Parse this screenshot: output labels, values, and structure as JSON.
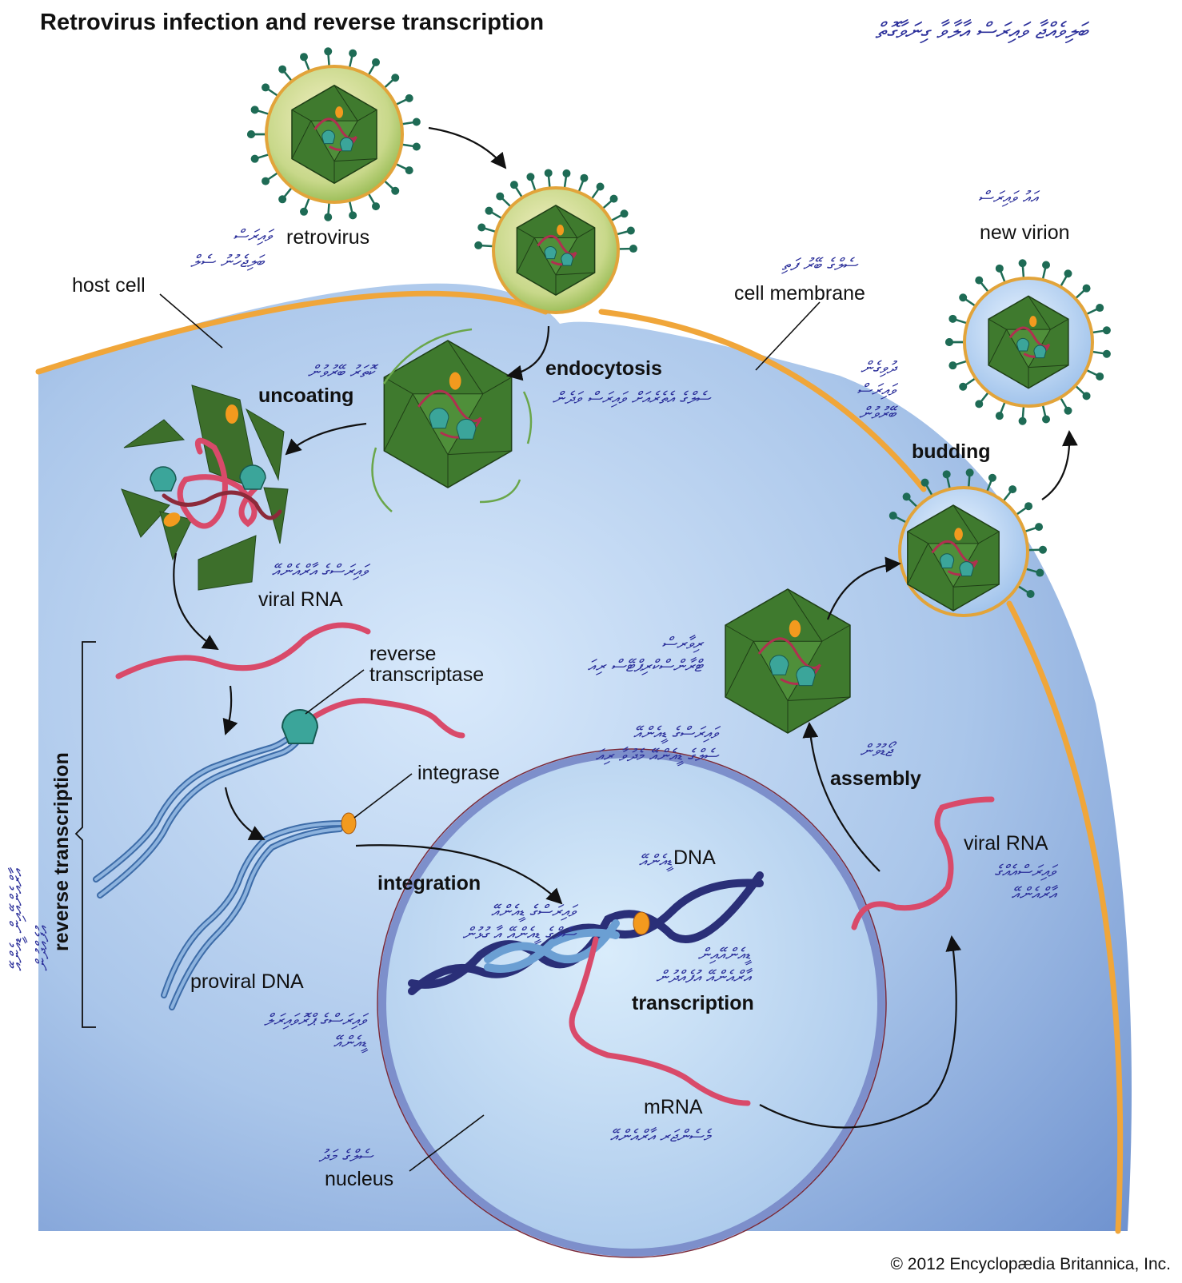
{
  "title": "Retrovirus infection and reverse transcription",
  "title_dv": "ބަލިވެއްޖާ ވައިރަސް އާލާވާ ގިނަވާގޮތް",
  "copyright": "© 2012 Encyclopædia Britannica, Inc.",
  "labels": {
    "retrovirus": "retrovirus",
    "retrovirus_dv": "ވައިރަސް",
    "host_cell": "host cell",
    "host_cell_dv": "ބަލިޖެހުނު ސެލް",
    "cell_membrane": "cell membrane",
    "cell_membrane_dv": "ސެލްގެ ބޭރު ފަތި",
    "new_virion": "new virion",
    "new_virion_dv": "އައު ވައިރަސް",
    "endocytosis": "endocytosis",
    "endocytosis_dv": "ސެލްގެ އެތެރެއަށް ވައިރަސް ވަދެން",
    "uncoating": "uncoating",
    "uncoating_dv": "ކޮތަރު ބޭރުވުން",
    "viral_rna_top": "viral RNA",
    "viral_rna_top_dv": "ވައިރަސްގެ އާރްއެންއޭ",
    "reverse_transcriptase": "reverse\ntranscriptase",
    "reverse_transcriptase_dv": "ރިވާރސް\nޓްރާންސްކްރިޕްޓޭސް ރިއަ",
    "integrase": "integrase",
    "integrase_dv": "ވައިރަސްގެ ޑީއެންއޭ\nސެލްގެ ޑީއެންއޭ މެދުވާ ރިއަ",
    "integration": "integration",
    "integration_dv": "ވައިރަސްގެ ޑީއެންއޭ\nސެލްގެ ޑީއެންއޭ އާ ގުޅުން",
    "proviral_dna": "proviral DNA",
    "proviral_dna_dv": "ވައިރަސްގެ ޕްރޮވައިރަލް\nޑީއެންއޭ",
    "dna": "DNA",
    "dna_dv": "ޑީއެންއޭ",
    "transcription": "transcription",
    "transcription_dv": "ޑީއެންއޭއިން\nއާރްއެންއޭ އުފެއްދުން",
    "mrna": "mRNA",
    "mrna_dv": "މެސެންޖަރ އާރްއެންއޭ",
    "nucleus": "nucleus",
    "nucleus_dv": "ސެލްގެ މަދު",
    "assembly": "assembly",
    "assembly_dv": "ޖޯޑުވުން",
    "viral_rna_right": "viral RNA",
    "viral_rna_right_dv": "ވައިރަސްއެއްގެ\nއާރްއެންއޭ",
    "budding": "budding",
    "budding_dv": "ދުވިގެން\nވައިރަސް\nބޭރުވުން",
    "reverse_transcription": "reverse transcription",
    "reverse_transcription_dv": "އާރްއެންއޭއިން ޑީއެންއޭ\nއުފެއްދުން"
  },
  "colors": {
    "cytoplasm": "#a9c4e8",
    "membrane": "#f0a63a",
    "capsid": "#3f7a2e",
    "rna": "#d94a6a",
    "dna_blue": "#5f90c8",
    "dna_dark": "#2a2f78",
    "enzyme_teal": "#3ba59a",
    "integrase_orange": "#f39a1e",
    "dhivehi": "#2b2f9a"
  }
}
